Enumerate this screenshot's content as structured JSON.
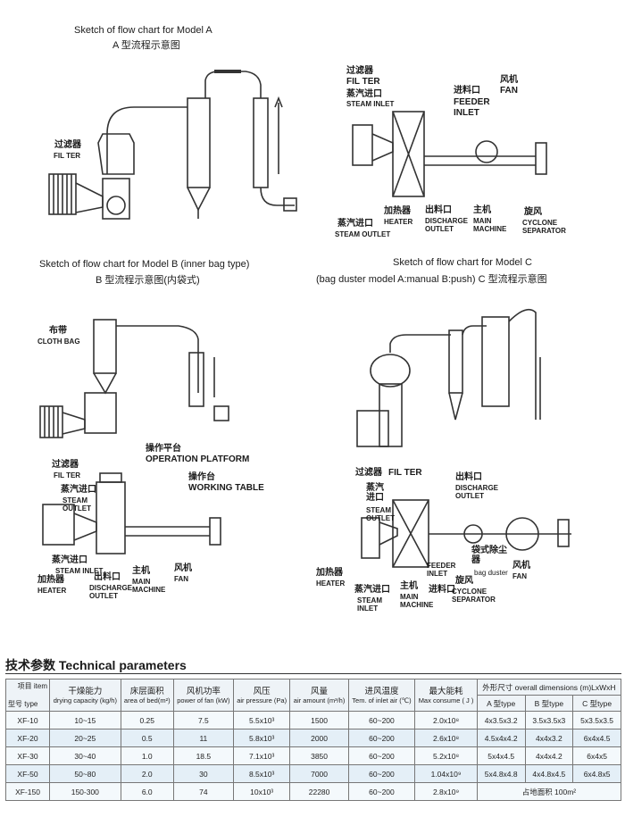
{
  "captions": {
    "model_a_en": "Sketch of flow chart for Model A",
    "model_a_cn": "A 型流程示意图",
    "model_b_en": "Sketch of flow chart for Model B  (inner bag type)",
    "model_b_cn": "B 型流程示意图(内袋式)",
    "model_c_en": "Sketch of flow chart for Model C",
    "model_c_sub": "(bag duster model A:manual B:push) C 型流程示意图"
  },
  "labels": {
    "filter_cn": "过滤器",
    "filter_en": "FIL TER",
    "steam_inlet_cn": "蒸汽进口",
    "steam_inlet_en": "STEAM INLET",
    "feeder_inlet_cn": "进料口",
    "feeder_inlet_en": "FEEDER INLET",
    "fan_cn": "风机",
    "fan_en": "FAN",
    "heater_cn": "加热器",
    "heater_en": "HEATER",
    "discharge_cn": "出料口",
    "discharge_en": "DISCHARGE OUTLET",
    "main_cn": "主机",
    "main_en": "MAIN MACHINE",
    "cyclone_cn": "旋风",
    "cyclone_en": "CYCLONE SEPARATOR",
    "steam_outlet_cn": "蒸汽进口",
    "steam_outlet_en": "STEAM OUTLET",
    "cloth_bag_cn": "布带",
    "cloth_bag_en": "CLOTH BAG",
    "platform_cn": "操作平台",
    "platform_en": "OPERATION PLATFORM",
    "table_cn": "操作台",
    "table_en": "WORKING TABLE",
    "steam_b_cn": "蒸汽进口",
    "steam_b_en": "STEAM OUTLET",
    "steam_b2_cn": "蒸汽进口",
    "steam_b2_en": "STEAM INLET",
    "heater_b_cn": "加热器",
    "heater_b_en": "HEATER",
    "discharge_b_cn": "出料口",
    "discharge_b_en": "DISCHARGE OUTLET",
    "main_b_cn": "主机",
    "main_b_en": "MAIN MACHINE",
    "fan_b_cn": "风机",
    "fan_b_en": "FAN",
    "filter_c_cn": "过滤器",
    "filter_c_en": "FIL TER",
    "discharge_c_cn": "出料口",
    "discharge_c_en": "DISCHARGE OUTLET",
    "steam_c_cn": "蒸汽进口",
    "steam_c_en": "STEAM OUTLET",
    "feeder_c_en": "FEEDER INLET",
    "bag_duster_cn": "袋式除尘器",
    "bag_duster_en": "bag duster",
    "fan_c_cn": "风机",
    "fan_c_en": "FAN",
    "heater_c_cn": "加热器",
    "heater_c_en": "HEATER",
    "steam_c2_cn": "蒸汽进口",
    "steam_c2_en": "STEAM INLET",
    "main_c_cn": "主机",
    "main_c_en": "MAIN MACHINE",
    "feeder_c_cn": "进料口",
    "cyclone_c_cn": "旋风",
    "cyclone_c_en": "CYCLONE SEPARATOR"
  },
  "params": {
    "title": "技术参数 Technical parameters",
    "header": {
      "type_item_cn_a": "项目",
      "type_item_en_a": "item",
      "type_item_cn_b": "型号",
      "type_item_en_b": "type",
      "cols": [
        {
          "cn": "干燥能力",
          "en": "drying capacity (kg/h)"
        },
        {
          "cn": "床层面积",
          "en": "area of bed(m²)"
        },
        {
          "cn": "风机功率",
          "en": "power of fan (kW)"
        },
        {
          "cn": "风压",
          "en": "air pressure (Pa)"
        },
        {
          "cn": "风量",
          "en": "air amount (m³/h)"
        },
        {
          "cn": "进风温度",
          "en": "Tem. of inlet air (℃)"
        },
        {
          "cn": "最大能耗",
          "en": "Max consume ( J )"
        }
      ],
      "dims_title": "外形尺寸 overall dimensions (m)LxWxH",
      "dims": [
        "A 型type",
        "B 型type",
        "C 型type"
      ]
    },
    "rows": [
      {
        "type": "XF-10",
        "cap": "10~15",
        "area": "0.25",
        "power": "7.5",
        "pressure": "5.5x10³",
        "air": "1500",
        "temp": "60~200",
        "energy": "2.0x10⁸",
        "a": "4x3.5x3.2",
        "b": "3.5x3.5x3",
        "c": "5x3.5x3.5"
      },
      {
        "type": "XF-20",
        "cap": "20~25",
        "area": "0.5",
        "power": "11",
        "pressure": "5.8x10³",
        "air": "2000",
        "temp": "60~200",
        "energy": "2.6x10⁸",
        "a": "4.5x4x4.2",
        "b": "4x4x3.2",
        "c": "6x4x4.5"
      },
      {
        "type": "XF-30",
        "cap": "30~40",
        "area": "1.0",
        "power": "18.5",
        "pressure": "7.1x10³",
        "air": "3850",
        "temp": "60~200",
        "energy": "5.2x10⁸",
        "a": "5x4x4.5",
        "b": "4x4x4.2",
        "c": "6x4x5"
      },
      {
        "type": "XF-50",
        "cap": "50~80",
        "area": "2.0",
        "power": "30",
        "pressure": "8.5x10³",
        "air": "7000",
        "temp": "60~200",
        "energy": "1.04x10⁹",
        "a": "5x4.8x4.8",
        "b": "4x4.8x4.5",
        "c": "6x4.8x5"
      },
      {
        "type": "XF-150",
        "cap": "150-300",
        "area": "6.0",
        "power": "74",
        "pressure": "10x10³",
        "air": "22280",
        "temp": "60~200",
        "energy": "2.8x10⁹",
        "floor": "占地面积 100m²"
      }
    ]
  }
}
